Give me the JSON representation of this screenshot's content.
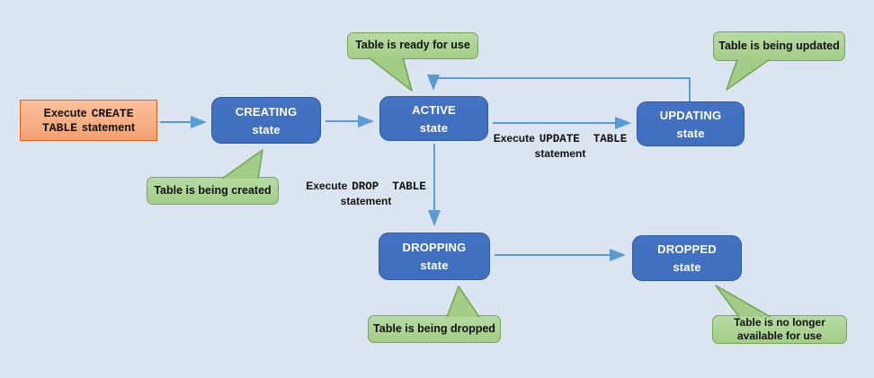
{
  "colors": {
    "background": "#dbe5f1",
    "state_fill": "#4472c4",
    "state_border": "#2e5b9f",
    "state_text": "#ffffff",
    "start_fill": "#f8ac7e",
    "start_border": "#e2611c",
    "callout_fill": "#aad391",
    "callout_border": "#74a857",
    "arrow": "#5b9bd5",
    "text": "#111111"
  },
  "start_node": {
    "sans1": "Execute",
    "mono1": "CREATE",
    "mono2": "TABLE",
    "sans2": "statement"
  },
  "states": {
    "creating": {
      "name": "CREATING",
      "sub": "state"
    },
    "active": {
      "name": "ACTIVE",
      "sub": "state"
    },
    "updating": {
      "name": "UPDATING",
      "sub": "state"
    },
    "dropping": {
      "name": "DROPPING",
      "sub": "state"
    },
    "dropped": {
      "name": "DROPPED",
      "sub": "state"
    }
  },
  "callouts": {
    "ready": "Table is ready for use",
    "created": "Table is being created",
    "updated": "Table is being updated",
    "dropped": "Table is being dropped",
    "no_longer": {
      "line1": "Table is no longer",
      "line2": "available for use"
    }
  },
  "edge_labels": {
    "update": {
      "sans": "Execute",
      "mono": "UPDATE  TABLE",
      "line2": "statement"
    },
    "drop": {
      "sans": "Execute",
      "mono": "DROP  TABLE",
      "line2": "statement"
    }
  }
}
